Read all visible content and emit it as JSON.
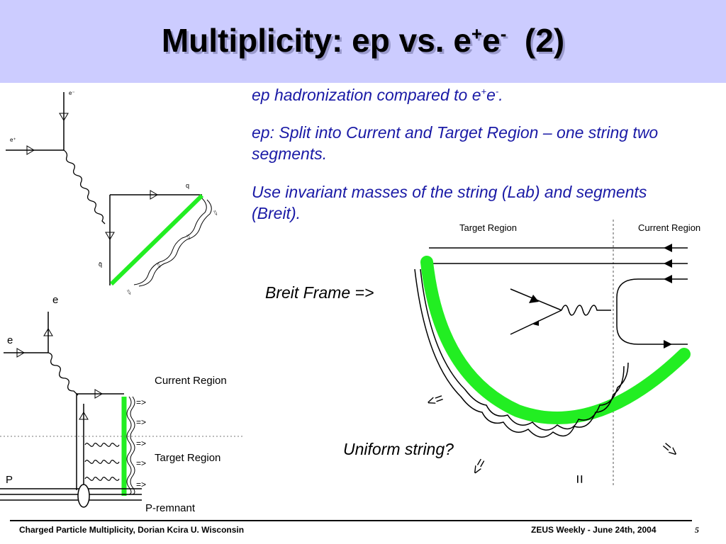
{
  "title": {
    "main": "Multiplicity: ep vs. e",
    "sup1": "+",
    "mid": "e",
    "sup2": "-",
    "end": "  (2)"
  },
  "bullets": {
    "b1_text": "ep hadronization compared to e",
    "b1_sup1": "+",
    "b1_mid": "e",
    "b1_sup2": "-",
    "b1_end": ".",
    "b2": "ep: Split into Current and Target Region – one string two segments.",
    "b3": "Use invariant masses of the string (Lab) and segments (Breit)."
  },
  "labels": {
    "breit_frame": "Breit Frame =>",
    "uniform_string": "Uniform string?"
  },
  "diagram_top": {
    "e_out": "e⁻",
    "e_in": "e⁺",
    "q": "q",
    "qbar": "q̄",
    "arrows": [
      "=>",
      "=>",
      "=>",
      "=>"
    ]
  },
  "diagram_bottom": {
    "e_top": "e",
    "e_left": "e",
    "p": "P",
    "p_remnant": "P-remnant",
    "current_region": "Current Region",
    "target_region": "Target Region",
    "arrows": [
      "=>",
      "=>",
      "=>",
      "=>",
      "=>"
    ]
  },
  "breit_diagram": {
    "target_region": "Target Region",
    "current_region": "Current Region",
    "arrow_left": "<=",
    "arrow_down_left": "<=",
    "arrow_down": "=",
    "arrow_down_right": "=>"
  },
  "footer": {
    "left": "Charged Particle Multiplicity, Dorian Kcira U. Wisconsin",
    "right": "ZEUS Weekly - June 24th, 2004",
    "page": "5"
  },
  "colors": {
    "title_bg": "#ccccff",
    "bullet_text": "#1a1aa6",
    "string_green": "#22ee22"
  }
}
